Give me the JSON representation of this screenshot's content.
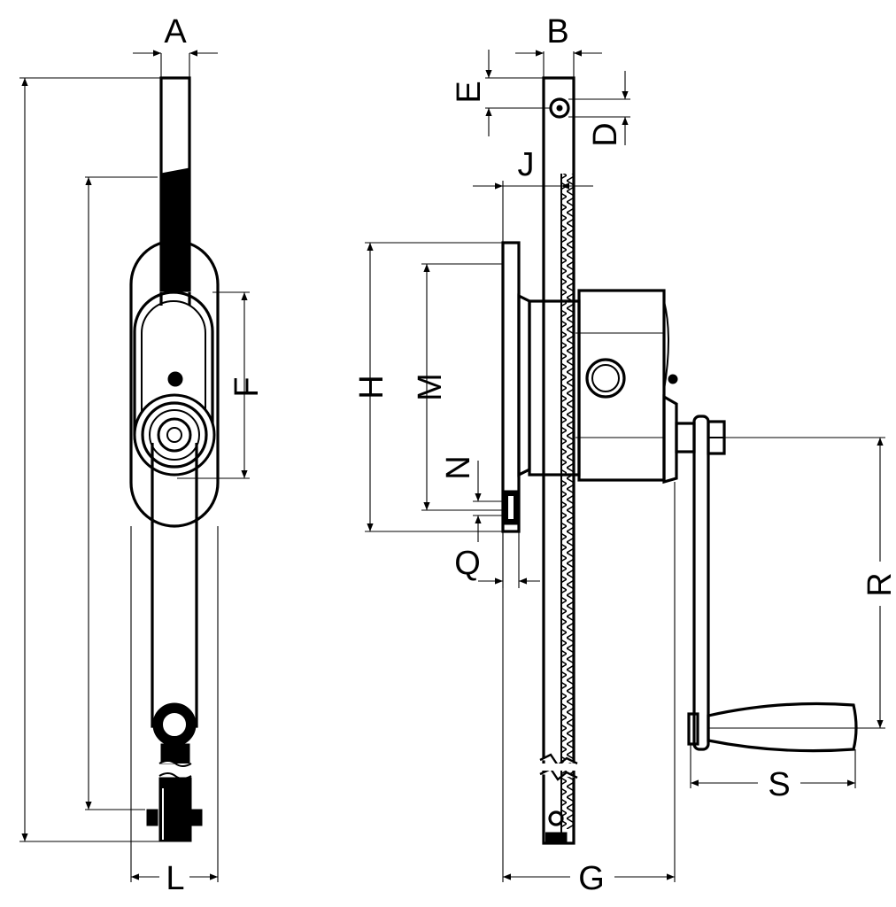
{
  "diagram": {
    "labels": {
      "A": "A",
      "B": "B",
      "D": "D",
      "E": "E",
      "F": "F",
      "G": "G",
      "H": "H",
      "J": "J",
      "L": "L",
      "M": "M",
      "N": "N",
      "Q": "Q",
      "R": "R",
      "S": "S"
    },
    "colors": {
      "line": "#000000",
      "background": "#ffffff"
    }
  }
}
